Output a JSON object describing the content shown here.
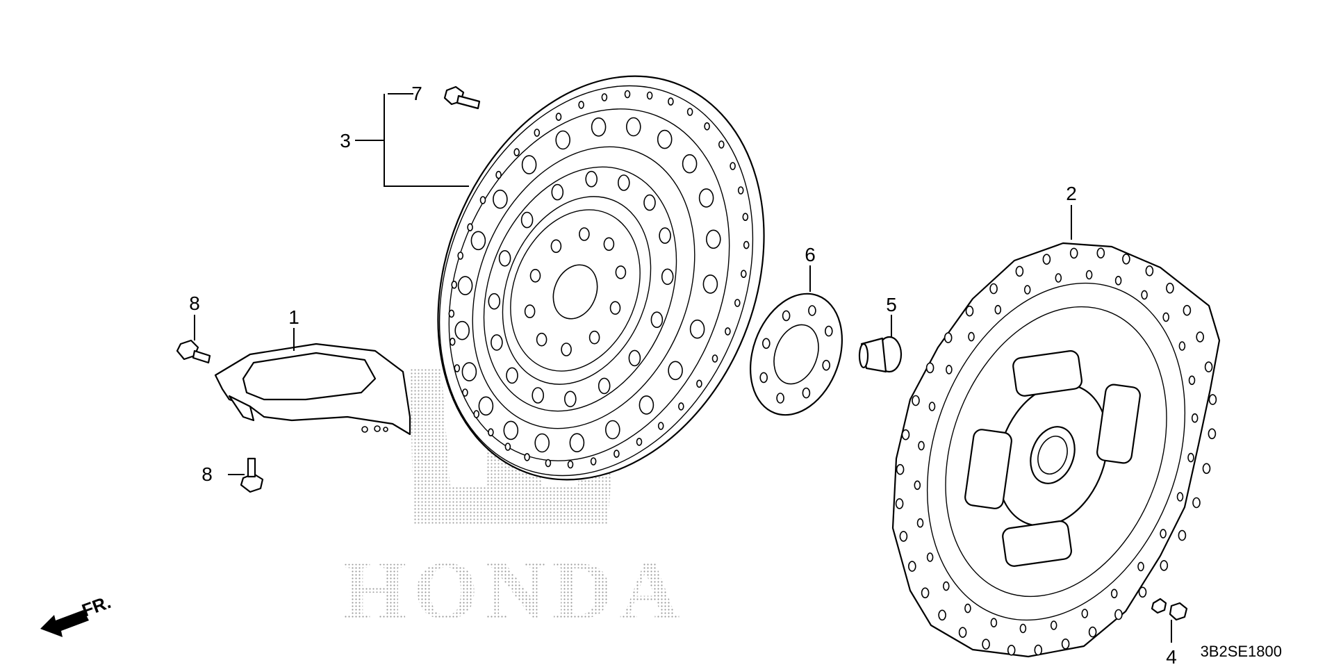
{
  "callouts": {
    "c1": "1",
    "c2": "2",
    "c3": "3",
    "c4": "4",
    "c5": "5",
    "c6": "6",
    "c7": "7",
    "c8a": "8",
    "c8b": "8"
  },
  "watermark": {
    "text": "HONDA"
  },
  "front_arrow": {
    "label": "FR."
  },
  "diagram_code": "3B2SE1800"
}
